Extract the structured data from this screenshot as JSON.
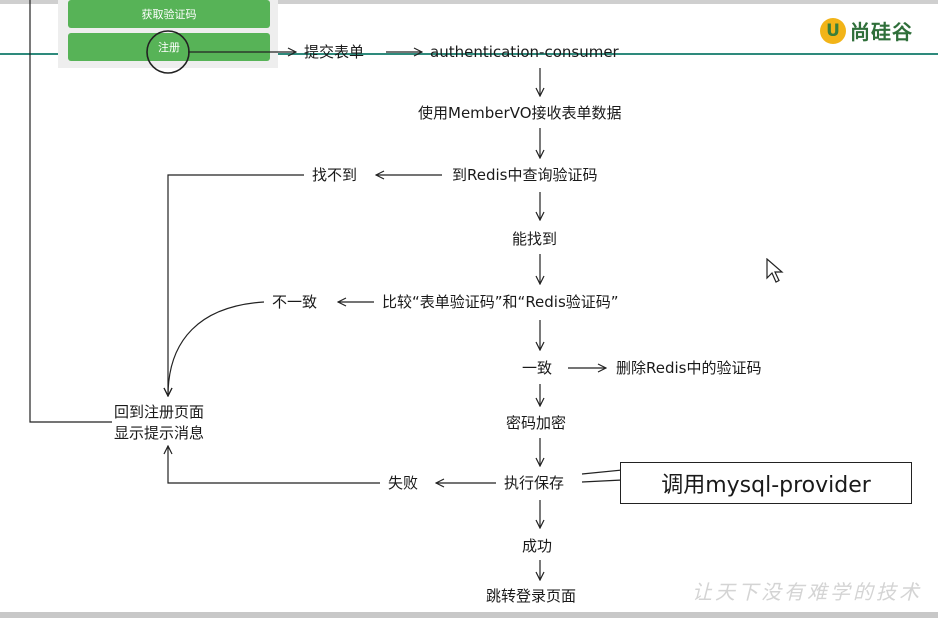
{
  "form": {
    "verify_button": "获取验证码",
    "register_button": "注册"
  },
  "logo": {
    "mark": "U",
    "text": "尚硅谷"
  },
  "nodes": {
    "submit": "提交表单",
    "consumer": "authentication-consumer",
    "receive": "使用MemberVO接收表单数据",
    "query": "到Redis中查询验证码",
    "not_found": "找不到",
    "found": "能找到",
    "compare": "比较“表单验证码”和“Redis验证码”",
    "mismatch": "不一致",
    "match": "一致",
    "delete": "删除Redis中的验证码",
    "encrypt": "密码加密",
    "save": "执行保存",
    "fail": "失败",
    "success": "成功",
    "redirect": "跳转登录页面",
    "back_line1": "回到注册页面",
    "back_line2": "显示提示消息"
  },
  "callout": "调用mysql-provider",
  "watermark": "让天下没有难学的技术"
}
